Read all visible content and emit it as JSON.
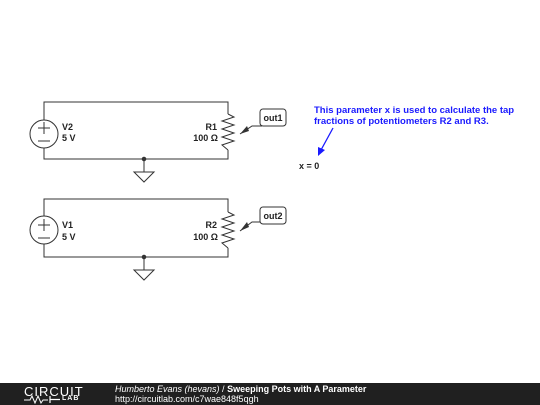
{
  "circuit_top": {
    "source_name": "V2",
    "source_value": "5 V",
    "resistor_name": "R1",
    "resistor_value": "100 Ω",
    "output_tag": "out1"
  },
  "circuit_bottom": {
    "source_name": "V1",
    "source_value": "5 V",
    "resistor_name": "R2",
    "resistor_value": "100 Ω",
    "output_tag": "out2"
  },
  "annotation": {
    "line1": "This parameter x is used to calculate the tap",
    "line2": "fractions of potentiometers R2 and R3.",
    "param_text": "x = 0",
    "color": "#1a1aff"
  },
  "footer": {
    "logo_word1": "CIRCUIT",
    "logo_word2": "LAB",
    "author": "Humberto Evans (hevans)",
    "separator": " / ",
    "title": "Sweeping Pots with A Parameter",
    "url": "http://circuitlab.com/c7wae848f5qgh"
  }
}
